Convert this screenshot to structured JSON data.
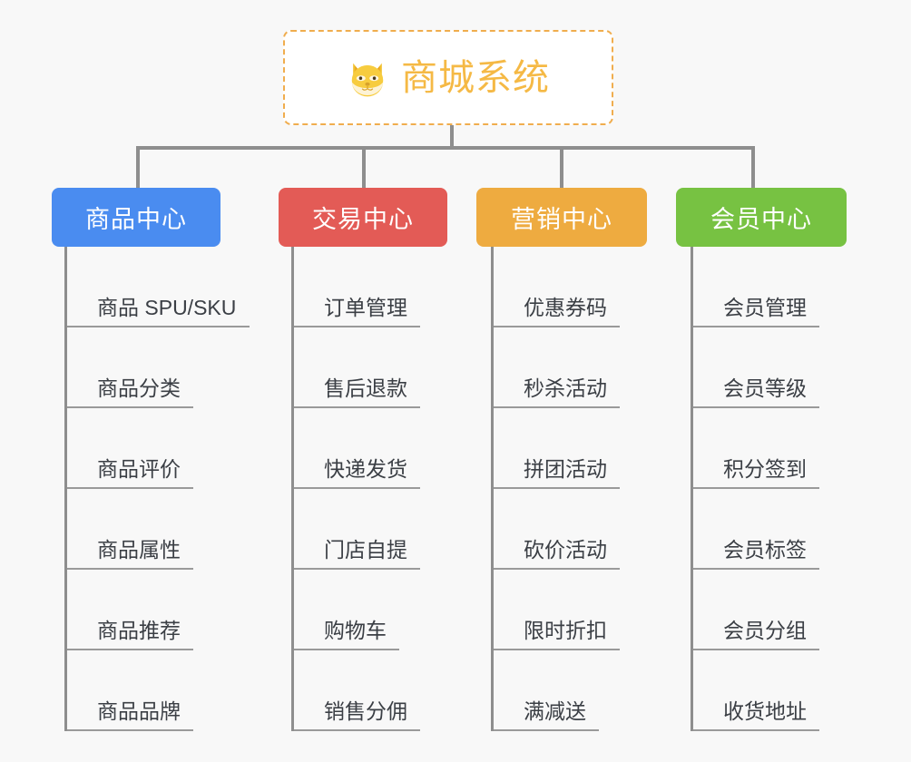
{
  "page": {
    "background_color": "#f8f8f8",
    "line_color": "#8e8e8e",
    "leaf_text_color": "#3b3f45"
  },
  "root": {
    "title": "商城系统",
    "icon": "shiba-dog-face-icon",
    "border_color": "#f0ad4e",
    "title_color": "#f5b945",
    "background_color": "#ffffff"
  },
  "columns": [
    {
      "id": "product-center",
      "header": "商品中心",
      "color": "#4a8cf0",
      "items": [
        "商品 SPU/SKU",
        "商品分类",
        "商品评价",
        "商品属性",
        "商品推荐",
        "商品品牌"
      ]
    },
    {
      "id": "trade-center",
      "header": "交易中心",
      "color": "#e35b56",
      "items": [
        "订单管理",
        "售后退款",
        "快递发货",
        "门店自提",
        "购物车",
        "销售分佣"
      ]
    },
    {
      "id": "marketing-center",
      "header": "营销中心",
      "color": "#eeab40",
      "items": [
        "优惠券码",
        "秒杀活动",
        "拼团活动",
        "砍价活动",
        "限时折扣",
        "满减送"
      ]
    },
    {
      "id": "member-center",
      "header": "会员中心",
      "color": "#77c242",
      "items": [
        "会员管理",
        "会员等级",
        "积分签到",
        "会员标签",
        "会员分组",
        "收货地址"
      ]
    }
  ]
}
